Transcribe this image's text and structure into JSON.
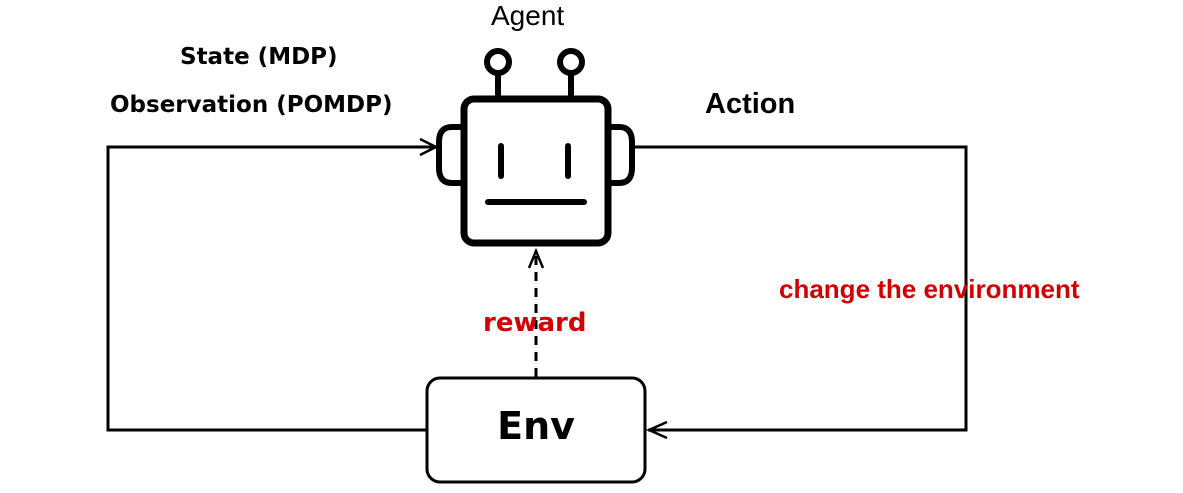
{
  "diagram": {
    "title": "Agent-Environment Loop",
    "nodes": {
      "agent": {
        "label": "Agent",
        "icon": "robot-icon"
      },
      "env": {
        "label": "Env"
      }
    },
    "edges": {
      "observation": {
        "from": "env",
        "to": "agent",
        "style": "solid",
        "labels": [
          "State (MDP)",
          "Observation (POMDP)"
        ]
      },
      "action": {
        "from": "agent",
        "to": "env",
        "style": "solid",
        "label": "Action",
        "note": "change the environment"
      },
      "reward": {
        "from": "env",
        "to": "agent",
        "style": "dashed",
        "label": "reward"
      }
    },
    "colors": {
      "stroke": "#000000",
      "highlight_text": "#d40000",
      "background": "#ffffff"
    }
  }
}
